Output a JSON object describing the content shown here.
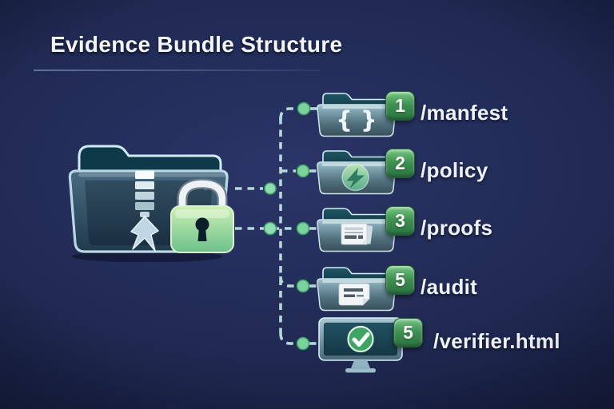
{
  "title": "Evidence Bundle Structure",
  "bundle_icon": "locked-zip-folder",
  "items": [
    {
      "badge": "1",
      "label": "/manfest",
      "icon": "json-braces-folder"
    },
    {
      "badge": "2",
      "label": "/policy",
      "icon": "lightning-folder"
    },
    {
      "badge": "3",
      "label": "/proofs",
      "icon": "document-folder"
    },
    {
      "badge": "5",
      "label": "/audit",
      "icon": "notes-folder"
    },
    {
      "badge": "5",
      "label": "/verifier.html",
      "icon": "verified-monitor"
    }
  ],
  "icons": {
    "braces_glyph": "{ }"
  },
  "colors": {
    "background": "#202a53",
    "title_text": "#f3f5fa",
    "dash_line": "#c2e7e1",
    "connector_dot": "#79d49c",
    "badge_green_top": "#74c680",
    "badge_green_bottom": "#2a7340",
    "lock_green": "#a8dfa0",
    "folder_steel": "#4f707c"
  }
}
